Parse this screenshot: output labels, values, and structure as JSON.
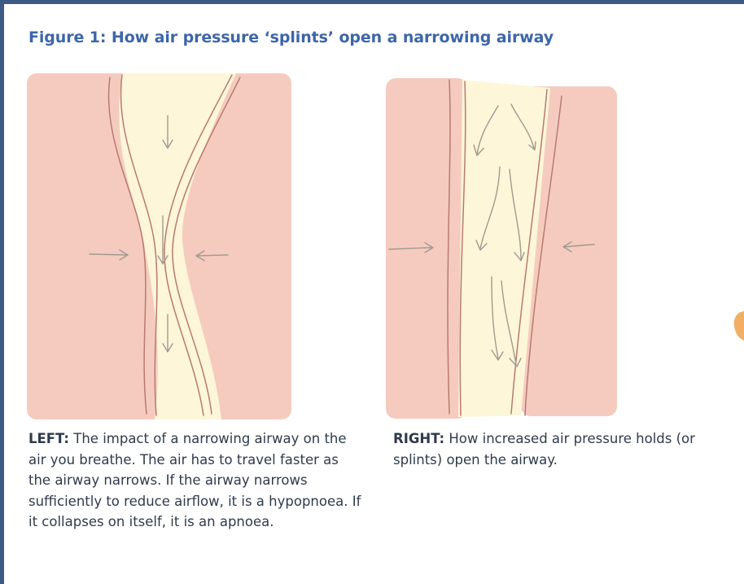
{
  "figure": {
    "title": "Figure 1: How air pressure ‘splints’ open a narrowing airway"
  },
  "captions": {
    "left": {
      "lead": "LEFT:",
      "text": " The impact of a narrowing airway on the air you breathe. The air has to travel faster as the airway narrows. If the airway narrows sufficiently to reduce airflow, it is a hypopnoea. If it collapses on itself, it is an apnoea."
    },
    "right": {
      "lead": "RIGHT:",
      "text": " How increased air pressure holds (or splints) open the airway."
    }
  },
  "colors": {
    "frame": "#3d5a85",
    "title": "#3d66a9",
    "tissue": "#f5cbbf",
    "airway": "#fdf6d8",
    "wall_line": "#b87a72",
    "arrow": "#a09a92",
    "caption": "#2f3b4c"
  }
}
